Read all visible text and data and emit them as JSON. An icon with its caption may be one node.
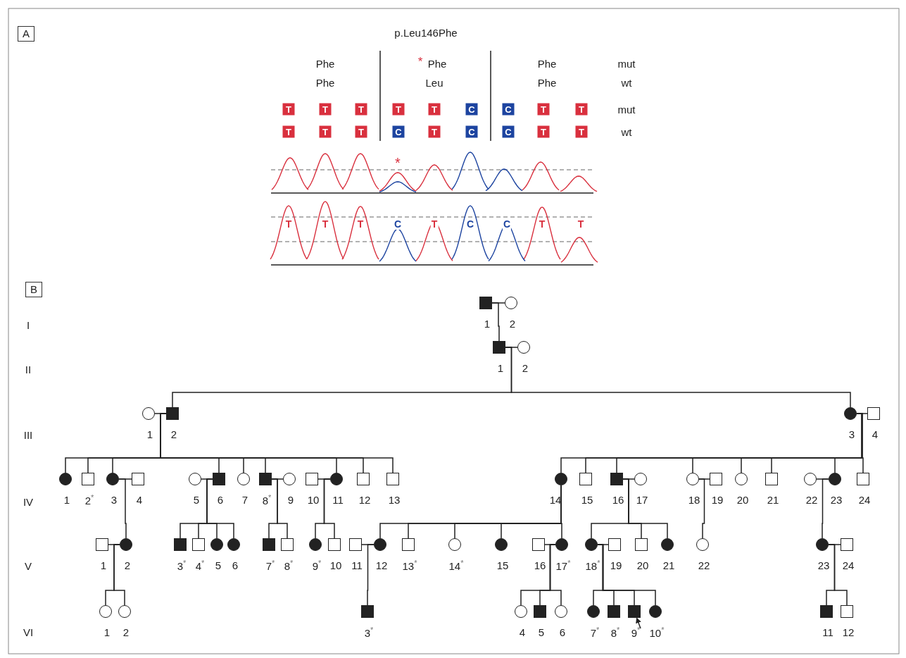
{
  "diagram": {
    "nodes": [
      {
        "text": [
          "A"
        ]
      },
      {
        "text": [
          "T"
        ]
      },
      {
        "text": [
          "T"
        ]
      },
      {
        "text": [
          "T"
        ]
      },
      {
        "text": [
          "T"
        ]
      },
      {
        "text": [
          "T"
        ]
      },
      {
        "text": [
          "C"
        ]
      },
      {
        "text": [
          "C"
        ]
      },
      {
        "text": [
          "T"
        ]
      },
      {
        "text": [
          "T"
        ]
      },
      {
        "text": [
          "T"
        ]
      },
      {
        "text": [
          "T"
        ]
      },
      {
        "text": [
          "T"
        ]
      },
      {
        "text": [
          "C"
        ]
      },
      {
        "text": [
          "T"
        ]
      },
      {
        "text": [
          "C"
        ]
      },
      {
        "text": [
          "C"
        ]
      },
      {
        "text": [
          "T"
        ]
      },
      {
        "text": [
          "T"
        ]
      },
      {
        "text": [
          "B"
        ]
      },
      {
        "text": [],
        "shape": "box",
        "beside": [
          "1"
        ]
      },
      {
        "text": [],
        "shape": "circle",
        "beside": [
          "2"
        ]
      },
      {
        "text": [],
        "shape": "box",
        "beside": [
          "1"
        ]
      },
      {
        "text": [],
        "shape": "circle",
        "beside": [
          "2"
        ]
      },
      {
        "text": [],
        "shape": "circle",
        "beside": [
          "1"
        ]
      },
      {
        "text": [],
        "shape": "box",
        "beside": [
          "2"
        ]
      },
      {
        "text": [],
        "shape": "circle",
        "beside": [
          "3"
        ]
      },
      {
        "text": [],
        "shape": "box",
        "beside": [
          "4"
        ]
      },
      {
        "text": [],
        "shape": "circle",
        "beside": [
          "1"
        ]
      },
      {
        "text": [],
        "shape": "box",
        "beside": [
          "2$^{*}$"
        ]
      },
      {
        "text": [],
        "shape": "circle",
        "beside": [
          "3"
        ]
      },
      {
        "text": [],
        "shape": "box",
        "beside": [
          "4"
        ]
      },
      {
        "text": [],
        "shape": "circle",
        "beside": [
          "5"
        ]
      },
      {
        "text": [],
        "shape": "box",
        "beside": [
          "6"
        ]
      },
      {
        "text": [],
        "shape": "circle",
        "beside": [
          "7"
        ]
      },
      {
        "text": [],
        "shape": "box",
        "beside": [
          "8$^{*}$"
        ]
      },
      {
        "text": [],
        "shape": "circle",
        "beside": [
          "9"
        ]
      },
      {
        "text": [],
        "shape": "box",
        "beside": [
          "10"
        ]
      },
      {
        "text": [],
        "shape": "circle",
        "beside": [
          "11"
        ]
      },
      {
        "text": [],
        "shape": "box",
        "beside": [
          "12"
        ]
      },
      {
        "text": [],
        "shape": "box",
        "beside": [
          "13"
        ]
      },
      {
        "text": [],
        "shape": "circle",
        "beside": [
          "14"
        ]
      },
      {
        "text": [],
        "shape": "box",
        "beside": [
          "15"
        ]
      },
      {
        "text": [],
        "shape": "box",
        "beside": [
          "16"
        ]
      },
      {
        "text": [],
        "shape": "circle",
        "beside": [
          "17"
        ]
      },
      {
        "text": [],
        "shape": "circle",
        "beside": [
          "18"
        ]
      },
      {
        "text": [],
        "shape": "box",
        "beside": [
          "19"
        ]
      },
      {
        "text": [],
        "shape": "circle",
        "beside": [
          "20"
        ]
      },
      {
        "text": [],
        "shape": "box",
        "beside": [
          "21"
        ]
      },
      {
        "text": [],
        "shape": "circle",
        "beside": [
          "22"
        ]
      },
      {
        "text": [],
        "shape": "circle",
        "beside": [
          "23"
        ]
      },
      {
        "text": [],
        "shape": "box",
        "beside": [
          "24"
        ]
      },
      {
        "text": [],
        "shape": "box",
        "beside": [
          "1"
        ]
      },
      {
        "text": [],
        "shape": "circle",
        "beside": [
          "2"
        ]
      },
      {
        "text": [],
        "shape": "box",
        "beside": [
          "3$^{*}$"
        ]
      },
      {
        "text": [],
        "shape": "box",
        "beside": [
          "4$^{*}$"
        ]
      },
      {
        "text": [],
        "shape": "circle",
        "beside": [
          "5"
        ]
      },
      {
        "text": [],
        "shape": "circle",
        "beside": [
          "6"
        ]
      },
      {
        "text": [],
        "shape": "box",
        "beside": [
          "7$^{*}$"
        ]
      },
      {
        "text": [],
        "shape": "box",
        "beside": [
          "8$^{*}$"
        ]
      },
      {
        "text": [],
        "shape": "circle",
        "beside": [
          "9$^{*}$"
        ]
      },
      {
        "text": [],
        "shape": "box",
        "beside": [
          "10"
        ]
      },
      {
        "text": [],
        "shape": "box",
        "beside": [
          "11"
        ]
      },
      {
        "text": [],
        "shape": "circle",
        "beside": [
          "12"
        ]
      },
      {
        "text": [],
        "shape": "box",
        "beside": [
          "13$^{*}$"
        ]
      },
      {
        "text": [],
        "shape": "circle",
        "beside": [
          "14$^{*}$"
        ]
      },
      {
        "text": [],
        "shape": "circle",
        "beside": [
          "15"
        ]
      },
      {
        "text": [],
        "shape": "box",
        "beside": [
          "16"
        ]
      },
      {
        "text": [],
        "shape": "circle",
        "beside": [
          "17$^{*}$"
        ]
      },
      {
        "text": [],
        "shape": "circle",
        "beside": [
          "18$^{*}$"
        ]
      },
      {
        "text": [],
        "shape": "box",
        "beside": [
          "19"
        ]
      },
      {
        "text": [],
        "shape": "box",
        "beside": [
          "20"
        ]
      },
      {
        "text": [],
        "shape": "circle",
        "beside": [
          "21"
        ]
      },
      {
        "text": [],
        "shape": "circle",
        "beside": [
          "22"
        ]
      },
      {
        "text": [],
        "shape": "circle",
        "beside": [
          "23"
        ]
      },
      {
        "text": [],
        "shape": "box",
        "beside": [
          "24"
        ]
      },
      {
        "text": [],
        "shape": "circle",
        "beside": [
          "1"
        ]
      },
      {
        "text": [],
        "shape": "circle",
        "beside": [
          "2"
        ]
      },
      {
        "text": [],
        "shape": "box",
        "beside": [
          "3$^{*}$"
        ]
      },
      {
        "text": [],
        "shape": "circle",
        "beside": [
          "4"
        ]
      },
      {
        "text": [],
        "shape": "box",
        "beside": [
          "5"
        ]
      },
      {
        "text": [],
        "shape": "circle",
        "beside": [
          "6"
        ]
      },
      {
        "text": [],
        "shape": "circle",
        "beside": [
          "7$^{*}$"
        ]
      },
      {
        "text": [],
        "shape": "box",
        "beside": [
          "8$^{*}$"
        ]
      },
      {
        "text": [],
        "shape": "box",
        "beside": [
          "9$^{*}$"
        ]
      },
      {
        "text": [],
        "shape": "circle",
        "beside": [
          "10$^{*}$"
        ]
      },
      {
        "text": [],
        "shape": "box",
        "beside": [
          "11"
        ]
      },
      {
        "text": [],
        "shape": "box",
        "beside": [
          "12"
        ]
      }
    ],
    "edges": [
      {
        "from": 20,
        "to": 21,
        "arrow": "none"
      },
      {
        "from": 20,
        "to": 22,
        "arrow": "none"
      },
      {
        "from": 22,
        "to": 23,
        "arrow": "none"
      },
      {
        "from": 22,
        "to": 25,
        "arrow": "none"
      },
      {
        "from": 22,
        "to": 26,
        "arrow": "none"
      },
      {
        "from": 24,
        "to": 25,
        "arrow": "none"
      },
      {
        "from": 25,
        "to": 28,
        "arrow": "none"
      },
      {
        "from": 25,
        "to": 29,
        "arrow": "none"
      },
      {
        "from": 25,
        "to": 30,
        "arrow": "none"
      },
      {
        "from": 25,
        "to": 33,
        "arrow": "none"
      },
      {
        "from": 25,
        "to": 34,
        "arrow": "none"
      },
      {
        "from": 25,
        "to": 35,
        "arrow": "none"
      },
      {
        "from": 25,
        "to": 38,
        "arrow": "none"
      },
      {
        "from": 25,
        "to": 39,
        "arrow": "none"
      },
      {
        "from": 25,
        "to": 40,
        "arrow": "none"
      },
      {
        "from": 26,
        "to": 27,
        "arrow": "none"
      },
      {
        "from": 26,
        "to": 41,
        "arrow": "none"
      },
      {
        "from": 26,
        "to": 42,
        "arrow": "none"
      },
      {
        "from": 26,
        "to": 43,
        "arrow": "none"
      },
      {
        "from": 26,
        "to": 45,
        "arrow": "none"
      },
      {
        "from": 26,
        "to": 47,
        "arrow": "none"
      },
      {
        "from": 26,
        "to": 48,
        "arrow": "none"
      },
      {
        "from": 26,
        "to": 50,
        "arrow": "none"
      },
      {
        "from": 26,
        "to": 51,
        "arrow": "none"
      },
      {
        "from": 30,
        "to": 31,
        "arrow": "none"
      },
      {
        "from": 30,
        "to": 53,
        "arrow": "none"
      },
      {
        "from": 32,
        "to": 33,
        "arrow": "none"
      },
      {
        "from": 33,
        "to": 54,
        "arrow": "none"
      },
      {
        "from": 33,
        "to": 55,
        "arrow": "none"
      },
      {
        "from": 33,
        "to": 56,
        "arrow": "none"
      },
      {
        "from": 33,
        "to": 57,
        "arrow": "none"
      },
      {
        "from": 35,
        "to": 36,
        "arrow": "none"
      },
      {
        "from": 35,
        "to": 58,
        "arrow": "none"
      },
      {
        "from": 35,
        "to": 59,
        "arrow": "none"
      },
      {
        "from": 37,
        "to": 38,
        "arrow": "none"
      },
      {
        "from": 38,
        "to": 60,
        "arrow": "none"
      },
      {
        "from": 38,
        "to": 61,
        "arrow": "none"
      },
      {
        "from": 41,
        "to": 63,
        "arrow": "none"
      },
      {
        "from": 41,
        "to": 64,
        "arrow": "none"
      },
      {
        "from": 41,
        "to": 65,
        "arrow": "none"
      },
      {
        "from": 41,
        "to": 66,
        "arrow": "none"
      },
      {
        "from": 41,
        "to": 68,
        "arrow": "none"
      },
      {
        "from": 43,
        "to": 44,
        "arrow": "none"
      },
      {
        "from": 43,
        "to": 69,
        "arrow": "none"
      },
      {
        "from": 43,
        "to": 71,
        "arrow": "none"
      },
      {
        "from": 43,
        "to": 72,
        "arrow": "none"
      },
      {
        "from": 45,
        "to": 46,
        "arrow": "none"
      },
      {
        "from": 45,
        "to": 73,
        "arrow": "none"
      },
      {
        "from": 49,
        "to": 50,
        "arrow": "none"
      },
      {
        "from": 50,
        "to": 74,
        "arrow": "none"
      },
      {
        "from": 52,
        "to": 53,
        "arrow": "none"
      },
      {
        "from": 53,
        "to": 76,
        "arrow": "none"
      },
      {
        "from": 53,
        "to": 77,
        "arrow": "none"
      },
      {
        "from": 62,
        "to": 63,
        "arrow": "none"
      },
      {
        "from": 63,
        "to": 78,
        "arrow": "none"
      },
      {
        "from": 67,
        "to": 68,
        "arrow": "none"
      },
      {
        "from": 68,
        "to": 79,
        "arrow": "none"
      },
      {
        "from": 68,
        "to": 80,
        "arrow": "none"
      },
      {
        "from": 68,
        "to": 81,
        "arrow": "none"
      },
      {
        "from": 69,
        "to": 70,
        "arrow": "none"
      },
      {
        "from": 69,
        "to": 82,
        "arrow": "none"
      },
      {
        "from": 69,
        "to": 83,
        "arrow": "none"
      },
      {
        "from": 69,
        "to": 84,
        "arrow": "none"
      },
      {
        "from": 69,
        "to": 85,
        "arrow": "none"
      },
      {
        "from": 74,
        "to": 75,
        "arrow": "none"
      },
      {
        "from": 74,
        "to": 86,
        "arrow": "none"
      },
      {
        "from": 74,
        "to": 87,
        "arrow": "none"
      },
      {
        "from": null,
        "to": 84,
        "arrow": "to"
      }
    ],
    "labels": [
      "p.Leu146Phe",
      "Phe",
      "*",
      "Phe",
      "Phe",
      "mut",
      "Phe",
      "Leu",
      "Phe",
      "wt",
      "mut",
      "wt",
      "*",
      "T",
      "T",
      "T",
      "C",
      "T",
      "C",
      "C",
      "T",
      "T",
      "I",
      "II",
      "III",
      "IV",
      "V",
      "VI"
    ]
  }
}
